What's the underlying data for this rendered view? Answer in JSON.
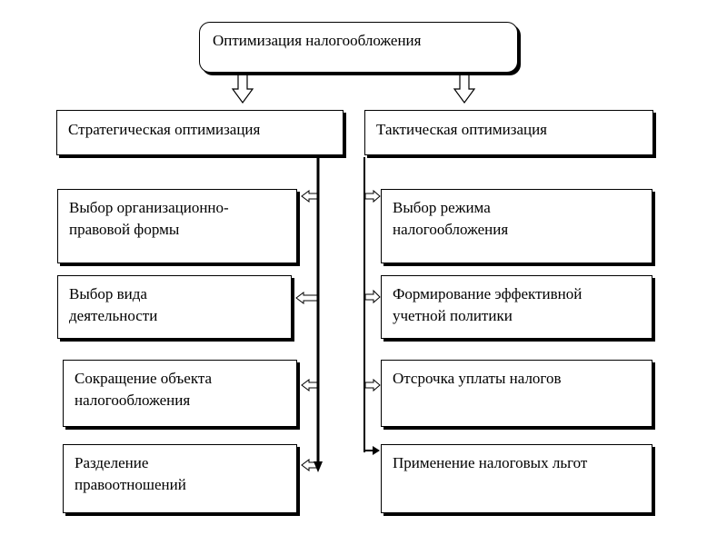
{
  "title": "Оптимизация налогообложения",
  "branches": {
    "strategic": {
      "label": "Стратегическая оптимизация",
      "items": [
        "Выбор организационно-\nправовой формы",
        "Выбор вида\nдеятельности",
        "Сокращение объекта\nналогообложения",
        "Разделение\nправоотношений"
      ]
    },
    "tactical": {
      "label": "Тактическая оптимизация",
      "items": [
        "Выбор режима\nналогообложения",
        "Формирование эффективной\nучетной политики",
        "Отсрочка уплаты налогов",
        "Применение налоговых льгот"
      ]
    }
  }
}
